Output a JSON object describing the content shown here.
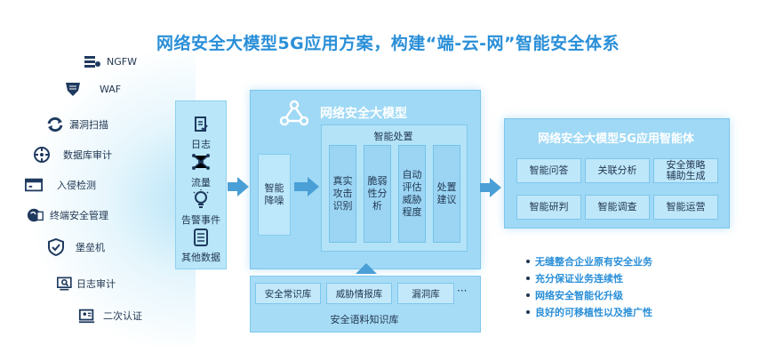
{
  "title": "网络安全大模型5G应用方案，构建“端-云-网”智能安全体系",
  "sources": [
    {
      "label": "NGFW",
      "icon": "firewall-icon"
    },
    {
      "label": "WAF",
      "icon": "shield-icon"
    },
    {
      "label": "漏洞扫描",
      "icon": "refresh-scan-icon"
    },
    {
      "label": "数据库审计",
      "icon": "database-audit-icon"
    },
    {
      "label": "入侵检测",
      "icon": "intrusion-monitor-icon"
    },
    {
      "label": "终端安全管理",
      "icon": "terminal-security-icon"
    },
    {
      "label": "堡垒机",
      "icon": "bastion-shield-icon"
    },
    {
      "label": "日志审计",
      "icon": "log-audit-icon"
    },
    {
      "label": "二次认证",
      "icon": "secondary-auth-icon"
    }
  ],
  "data_panel": [
    {
      "label": "日志",
      "icon": "log-doc-icon"
    },
    {
      "label": "流量",
      "icon": "traffic-network-icon"
    },
    {
      "label": "告警事件",
      "icon": "alert-bulb-icon"
    },
    {
      "label": "其他数据",
      "icon": "other-data-icon"
    }
  ],
  "model": {
    "title": "网络安全大模型",
    "reduce_noise": "智能降噪",
    "smart_handling_title": "智能处置",
    "columns": [
      "真实攻击识别",
      "脆弱性分析",
      "自动评估威胁程度",
      "处置建议"
    ]
  },
  "knowledge": {
    "items": [
      "安全常识库",
      "威胁情报库",
      "漏洞库"
    ],
    "more": "···",
    "label": "安全语料知识库"
  },
  "app": {
    "title": "网络安全大模型5G应用智能体",
    "buttons": [
      "智能问答",
      "关联分析",
      "安全策略辅助生成",
      "智能研判",
      "智能调查",
      "智能运营"
    ]
  },
  "bullets": [
    "无缝整合企业原有安全业务",
    "充分保证业务连续性",
    "网络安全智能化升级",
    "良好的可移植性以及推广性"
  ],
  "colors": {
    "accent": "#2a8fd8",
    "panel": "#9fd9f5",
    "arrow": "#4a9fd6",
    "text": "#1f3550"
  }
}
